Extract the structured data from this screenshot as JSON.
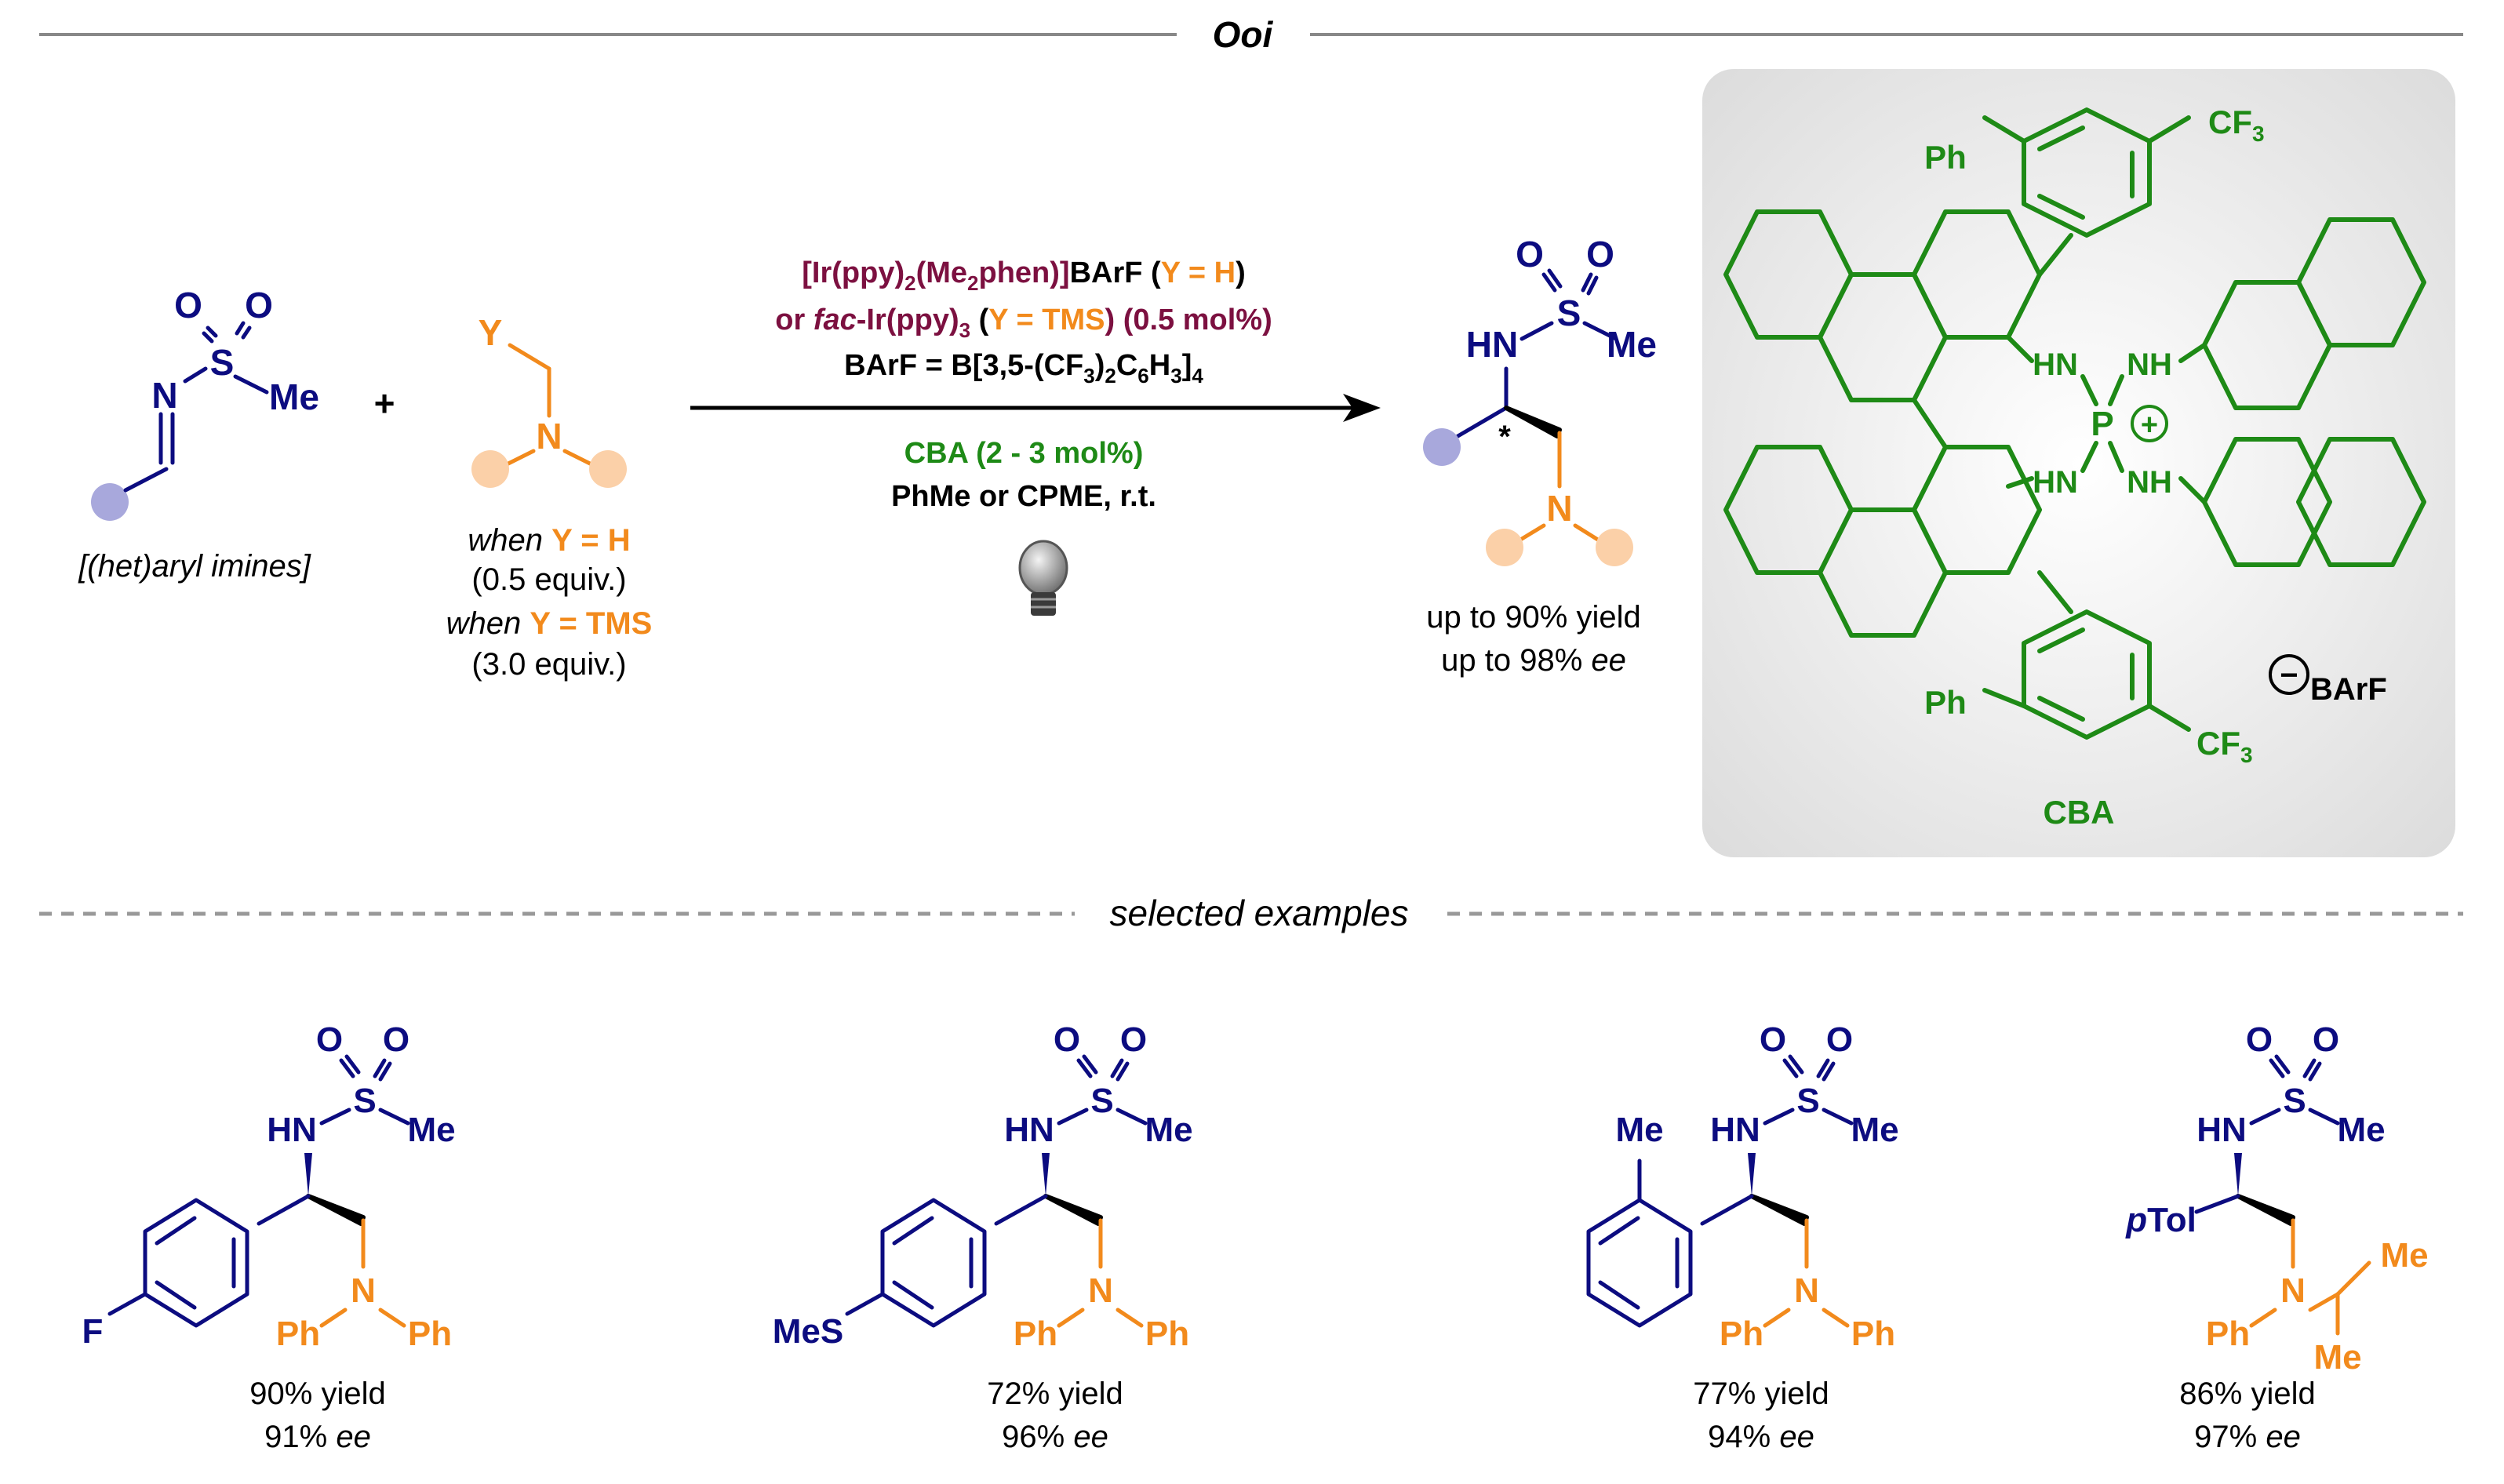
{
  "header": {
    "author": "Ooi"
  },
  "reactants": {
    "imine_label": "[(het)aryl imines]",
    "imine_atoms": {
      "n": "N",
      "s": "S",
      "o1": "O",
      "o2": "O",
      "me": "Me"
    },
    "plus": "+",
    "amine_atoms": {
      "y": "Y",
      "n": "N"
    },
    "condition1_when": "when ",
    "condition1_y": "Y = H",
    "condition1_equiv": "(0.5 equiv.)",
    "condition2_when": "when ",
    "condition2_y": "Y = TMS",
    "condition2_equiv": "(3.0 equiv.)"
  },
  "conditions": {
    "line1_a": "[Ir(ppy)",
    "line1_sub1": "2",
    "line1_b": "(Me",
    "line1_sub2": "2",
    "line1_c": "phen)]",
    "line1_d": "BArF (",
    "line1_e": "Y = H",
    "line1_f": ")",
    "line2_a": "or ",
    "line2_b": "fac",
    "line2_c": "-Ir(ppy)",
    "line2_sub": "3",
    "line2_d": " (",
    "line2_e": "Y = TMS",
    "line2_f": ") (0.5 mol%)",
    "line3_a": "BArF = B[3,5-(CF",
    "line3_sub1": "3",
    "line3_b": ")",
    "line3_sub2": "2",
    "line3_c": "C",
    "line3_sub3": "6",
    "line3_d": "H",
    "line3_sub4": "3",
    "line3_e": "]",
    "line3_sub5": "4",
    "line4": "CBA (2 - 3 mol%)",
    "line5": "PhMe or CPME, r.t."
  },
  "product": {
    "atoms": {
      "hn": "HN",
      "s": "S",
      "o1": "O",
      "o2": "O",
      "me": "Me",
      "n": "N",
      "star": "*"
    },
    "yield": "up to 90% yield",
    "ee_prefix": "up to 98% ",
    "ee_suffix": "ee"
  },
  "catalyst": {
    "name": "CBA",
    "ph_top": "Ph",
    "cf3_top": "CF",
    "cf3_top_sub": "3",
    "ph_bot": "Ph",
    "cf3_bot": "CF",
    "cf3_bot_sub": "3",
    "hn1": "HN",
    "hn2": "HN",
    "nh1": "NH",
    "nh2": "NH",
    "p": "P",
    "plus": "+",
    "anion_minus": "−",
    "anion": "BArF"
  },
  "section2": {
    "title": "selected examples"
  },
  "examples": [
    {
      "sub": "F",
      "yield": "90% yield",
      "ee_prefix": "91% ",
      "ee_suffix": "ee",
      "ph1": "Ph",
      "ph2": "Ph",
      "n": "N"
    },
    {
      "sub": "MeS",
      "yield": "72% yield",
      "ee_prefix": "96% ",
      "ee_suffix": "ee",
      "ph1": "Ph",
      "ph2": "Ph",
      "n": "N"
    },
    {
      "sub": "Me",
      "yield": "77% yield",
      "ee_prefix": "94% ",
      "ee_suffix": "ee",
      "ph1": "Ph",
      "ph2": "Ph",
      "n": "N"
    },
    {
      "sub": "pTol",
      "sub_p": "p",
      "sub_rest": "Tol",
      "yield": "86% yield",
      "ee_prefix": "97% ",
      "ee_suffix": "ee",
      "ph1": "Ph",
      "me1": "Me",
      "me2": "Me",
      "n": "N"
    }
  ],
  "common_atoms": {
    "hn": "HN",
    "s": "S",
    "o": "O",
    "me": "Me"
  },
  "colors": {
    "navy": "#0c0c80",
    "orange": "#f28a1c",
    "green": "#1e8a16",
    "maroon": "#7c1040",
    "blob_purple": "#a8a8dc",
    "blob_peach": "#fbd0a8",
    "box_gray": "#e6e6e6"
  }
}
